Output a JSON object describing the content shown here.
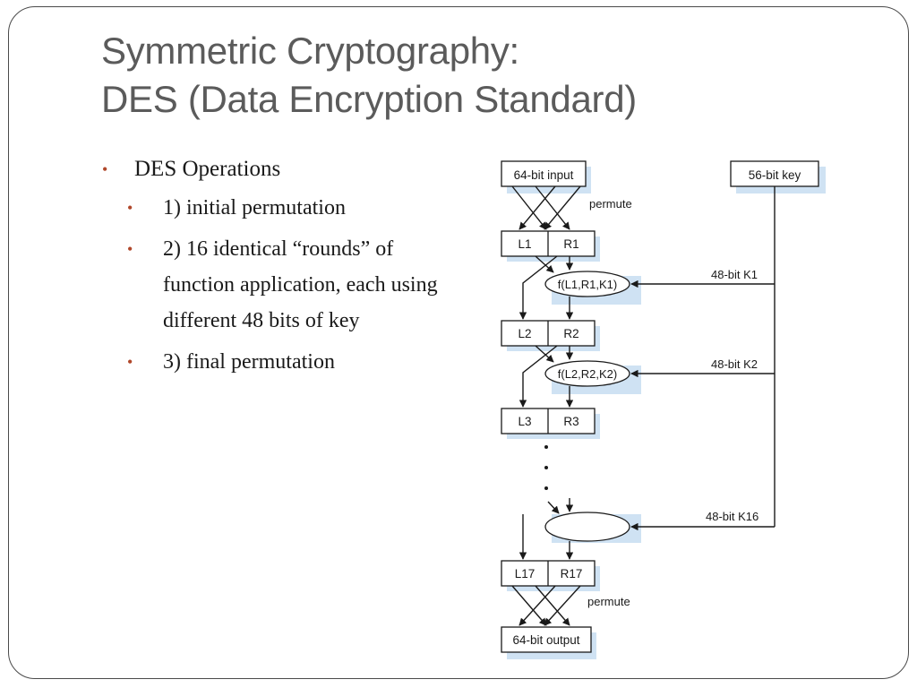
{
  "slide": {
    "title_line1": "Symmetric Cryptography:",
    "title_line2": "DES (Data Encryption Standard)"
  },
  "bullets": {
    "main": "DES Operations",
    "sub": [
      "1) initial permutation",
      "2) 16 identical “rounds” of function application, each using different 48 bits of key",
      "3) final permutation"
    ]
  },
  "diagram": {
    "input_label": "64-bit input",
    "key_label": "56-bit key",
    "permute_top": "permute",
    "permute_bottom": "permute",
    "round1": {
      "left": "L1",
      "right": "R1",
      "func": "f(L1,R1,K1)",
      "key": "48-bit K1"
    },
    "round2": {
      "left": "L2",
      "right": "R2",
      "func": "f(L2,R2,K2)",
      "key": "48-bit K2"
    },
    "round3": {
      "left": "L3",
      "right": "R3"
    },
    "round16_key": "48-bit K16",
    "final": {
      "left": "L17",
      "right": "R17"
    },
    "output_label": "64-bit output"
  },
  "colors": {
    "title": "#5b5b5b",
    "bullet": "#b0472a",
    "shadow": "#cfe2f3"
  }
}
